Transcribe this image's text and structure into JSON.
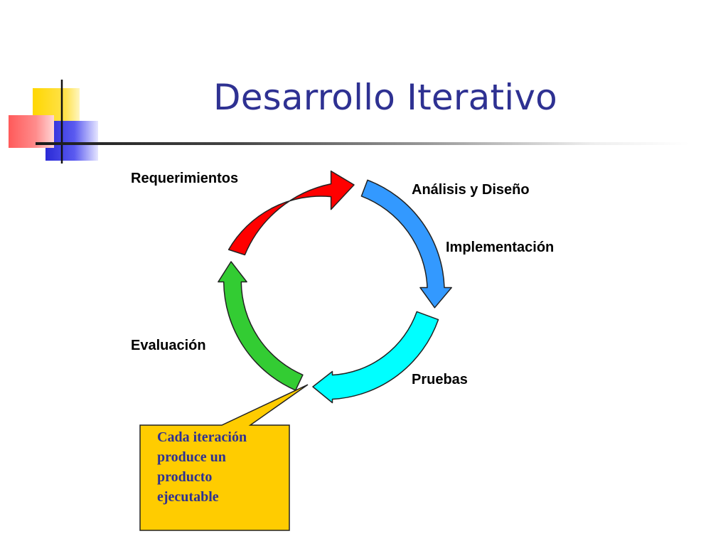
{
  "slide": {
    "title": "Desarrollo Iterativo",
    "colors": {
      "title": "#2e3192",
      "requerimientos_arrow": "#ff0000",
      "analisis_arrow": "#3399ff",
      "pruebas_arrow": "#00ffff",
      "evaluacion_arrow": "#33cc33",
      "callout_fill": "#ffcc00",
      "callout_text": "#2e3192"
    }
  },
  "cycle": {
    "stages": [
      {
        "label": "Requerimientos"
      },
      {
        "label": "Análisis y Diseño"
      },
      {
        "label": "Implementación"
      },
      {
        "label": "Pruebas"
      },
      {
        "label": "Evaluación"
      }
    ]
  },
  "callout": {
    "lines": [
      "Cada iteración",
      "produce un",
      "producto",
      "ejecutable"
    ]
  },
  "decoration": {
    "logo_icon": "color-squares-logo-icon"
  }
}
